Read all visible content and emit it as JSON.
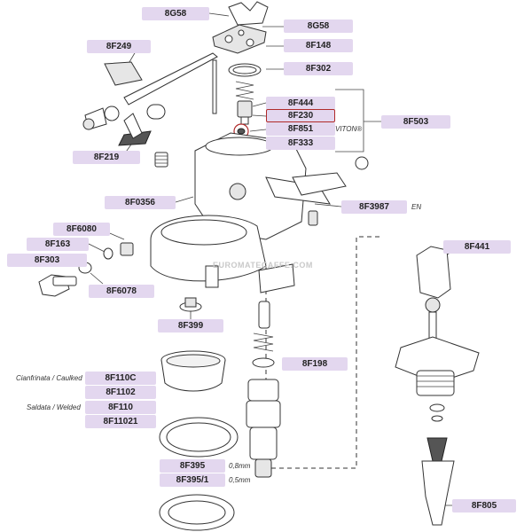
{
  "labels": {
    "8G58_top": "8G58",
    "8G58": "8G58",
    "8F148": "8F148",
    "8F249": "8F249",
    "8F302": "8F302",
    "8F444": "8F444",
    "8F230": "8F230",
    "8F851": "8F851",
    "8F333": "8F333",
    "8F503": "8F503",
    "8F219": "8F219",
    "8F0356": "8F0356",
    "8F3987": "8F3987",
    "8F6080": "8F6080",
    "8F163": "8F163",
    "8F303": "8F303",
    "8F441": "8F441",
    "8F6078": "8F6078",
    "8F399": "8F399",
    "8F198": "8F198",
    "8F110C": "8F110C",
    "8F1102": "8F1102",
    "8F110": "8F110",
    "8F11021": "8F11021",
    "8F395": "8F395",
    "8F395_1": "8F395/1",
    "8F805": "8F805"
  },
  "notes": {
    "viton": "VITON®",
    "en": "EN",
    "caulked": "Cianfrinata / Caulked",
    "welded": "Saldata / Welded",
    "thick_08": "0,8mm",
    "thick_05": "0,5mm"
  },
  "watermark": "EUROMATECAFFE.COM"
}
